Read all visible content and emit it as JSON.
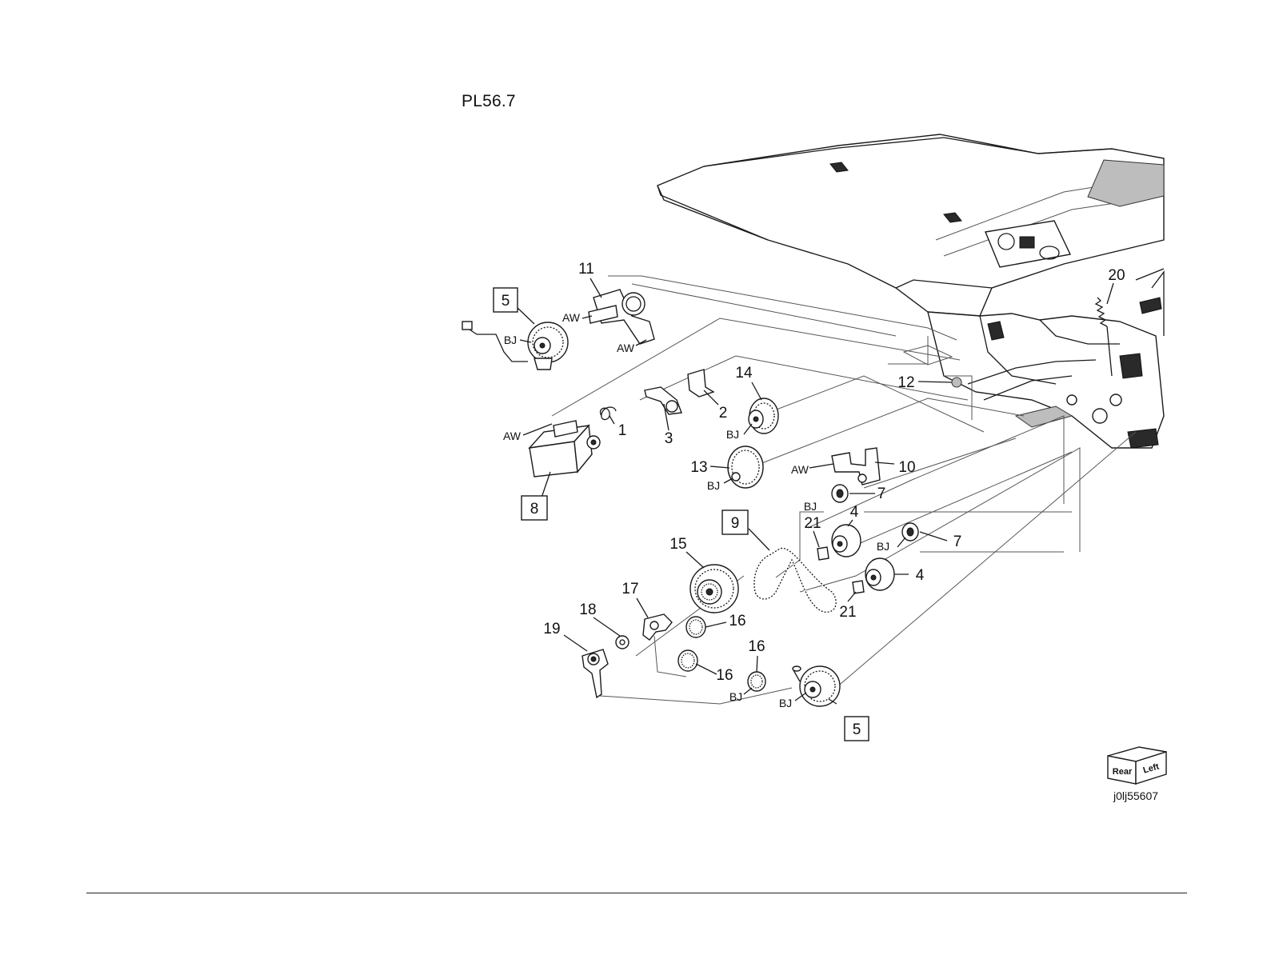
{
  "page": {
    "plate_id": "PL56.7",
    "figure_code": "j0lj55607"
  },
  "orientation": {
    "face_rear": "Rear",
    "face_left": "Left"
  },
  "callouts": [
    {
      "key": "c5a",
      "text": "5",
      "boxed": true
    },
    {
      "key": "c11",
      "text": "11",
      "boxed": false
    },
    {
      "key": "c1",
      "text": "1",
      "boxed": false
    },
    {
      "key": "c3",
      "text": "3",
      "boxed": false
    },
    {
      "key": "c2",
      "text": "2",
      "boxed": false
    },
    {
      "key": "c14",
      "text": "14",
      "boxed": false
    },
    {
      "key": "c12",
      "text": "12",
      "boxed": false
    },
    {
      "key": "c20",
      "text": "20",
      "boxed": false
    },
    {
      "key": "c8",
      "text": "8",
      "boxed": true
    },
    {
      "key": "c13",
      "text": "13",
      "boxed": false
    },
    {
      "key": "c10",
      "text": "10",
      "boxed": false
    },
    {
      "key": "c7a",
      "text": "7",
      "boxed": false
    },
    {
      "key": "c9",
      "text": "9",
      "boxed": true
    },
    {
      "key": "c21a",
      "text": "21",
      "boxed": false
    },
    {
      "key": "c4a",
      "text": "4",
      "boxed": false
    },
    {
      "key": "c7b",
      "text": "7",
      "boxed": false
    },
    {
      "key": "c15",
      "text": "15",
      "boxed": false
    },
    {
      "key": "c4b",
      "text": "4",
      "boxed": false
    },
    {
      "key": "c21b",
      "text": "21",
      "boxed": false
    },
    {
      "key": "c17",
      "text": "17",
      "boxed": false
    },
    {
      "key": "c18",
      "text": "18",
      "boxed": false
    },
    {
      "key": "c19",
      "text": "19",
      "boxed": false
    },
    {
      "key": "c16a",
      "text": "16",
      "boxed": false
    },
    {
      "key": "c16b",
      "text": "16",
      "boxed": false
    },
    {
      "key": "c16c",
      "text": "16",
      "boxed": false
    },
    {
      "key": "c5b",
      "text": "5",
      "boxed": true
    }
  ],
  "codes": [
    {
      "key": "aw1",
      "text": "AW"
    },
    {
      "key": "aw2",
      "text": "AW"
    },
    {
      "key": "bj1",
      "text": "BJ"
    },
    {
      "key": "aw3",
      "text": "AW"
    },
    {
      "key": "bj2",
      "text": "BJ"
    },
    {
      "key": "bj3",
      "text": "BJ"
    },
    {
      "key": "aw4",
      "text": "AW"
    },
    {
      "key": "bj4",
      "text": "BJ"
    },
    {
      "key": "bj5",
      "text": "BJ"
    },
    {
      "key": "bj6",
      "text": "BJ"
    },
    {
      "key": "bj7",
      "text": "BJ"
    }
  ]
}
